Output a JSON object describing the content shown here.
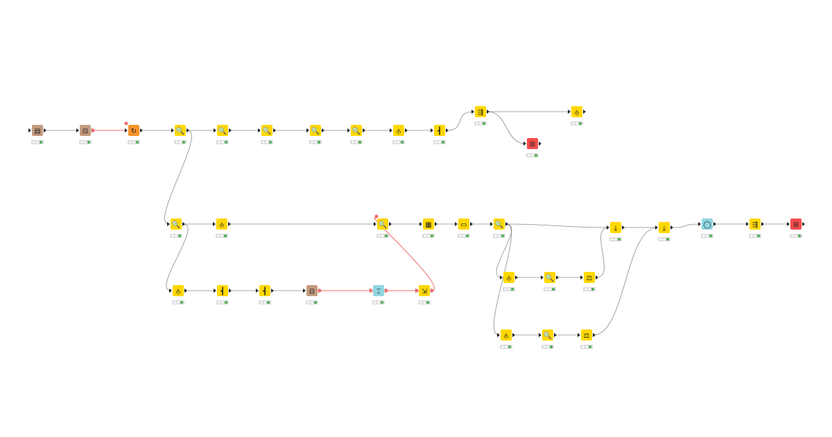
{
  "workflow": {
    "colors": {
      "manipulator": "#ffd800",
      "source": "#c49b7e",
      "loop": "#f7922a",
      "sink": "#f74c4c",
      "other": "#8fd6e0",
      "edge": "#8a8a8a",
      "variable_edge": "#f26b6b",
      "status_ok": "#4caf50",
      "status_empty": "#ffffff",
      "status_bg": "#dcdcdc"
    },
    "nodes": [
      {
        "id": "n1",
        "kind": "source",
        "icon": "file-reader-icon",
        "status": "executed"
      },
      {
        "id": "n2",
        "kind": "source",
        "icon": "table-creator-icon",
        "status": "executed"
      },
      {
        "id": "n3",
        "kind": "loop",
        "icon": "loop-start-icon",
        "status": "executed"
      },
      {
        "id": "n4",
        "kind": "manipulator",
        "icon": "filter-icon",
        "status": "executed"
      },
      {
        "id": "n5",
        "kind": "manipulator",
        "icon": "filter-icon",
        "status": "executed"
      },
      {
        "id": "n6",
        "kind": "manipulator",
        "icon": "filter-icon",
        "status": "executed"
      },
      {
        "id": "n7",
        "kind": "manipulator",
        "icon": "filter-icon",
        "status": "executed"
      },
      {
        "id": "n8",
        "kind": "manipulator",
        "icon": "filter-icon",
        "status": "executed"
      },
      {
        "id": "n9",
        "kind": "manipulator",
        "icon": "column-split-icon",
        "status": "executed"
      },
      {
        "id": "n10",
        "kind": "manipulator",
        "icon": "joiner-icon",
        "status": "executed"
      },
      {
        "id": "n11",
        "kind": "manipulator",
        "icon": "sorter-icon",
        "status": "executed"
      },
      {
        "id": "n12",
        "kind": "manipulator",
        "icon": "column-split-icon",
        "status": "executed"
      },
      {
        "id": "n13",
        "kind": "sink",
        "icon": "table-writer-icon",
        "status": "executed"
      },
      {
        "id": "n14",
        "kind": "manipulator",
        "icon": "filter-icon",
        "status": "executed"
      },
      {
        "id": "n15",
        "kind": "manipulator",
        "icon": "column-split-icon",
        "status": "executed"
      },
      {
        "id": "n16",
        "kind": "manipulator",
        "icon": "filter-icon",
        "status": "executed"
      },
      {
        "id": "n17",
        "kind": "manipulator",
        "icon": "table-icon",
        "status": "executed"
      },
      {
        "id": "n18",
        "kind": "manipulator",
        "icon": "message-icon",
        "status": "executed"
      },
      {
        "id": "n19",
        "kind": "manipulator",
        "icon": "filter-icon",
        "status": "executed"
      },
      {
        "id": "n20",
        "kind": "manipulator",
        "icon": "merge-icon",
        "status": "executed"
      },
      {
        "id": "n21",
        "kind": "manipulator",
        "icon": "merge-icon",
        "status": "executed"
      },
      {
        "id": "n22",
        "kind": "other",
        "icon": "loop-end-icon",
        "status": "executed"
      },
      {
        "id": "n23",
        "kind": "manipulator",
        "icon": "sorter-icon",
        "status": "executed"
      },
      {
        "id": "n24",
        "kind": "sink",
        "icon": "table-writer-icon",
        "status": "executed"
      },
      {
        "id": "n25",
        "kind": "manipulator",
        "icon": "column-split-icon",
        "status": "executed"
      },
      {
        "id": "n26",
        "kind": "manipulator",
        "icon": "joiner-icon",
        "status": "executed"
      },
      {
        "id": "n27",
        "kind": "manipulator",
        "icon": "joiner-icon",
        "status": "executed"
      },
      {
        "id": "n28",
        "kind": "source",
        "icon": "table-creator-icon",
        "status": "executed"
      },
      {
        "id": "n29",
        "kind": "other",
        "icon": "variable-icon",
        "status": "executed"
      },
      {
        "id": "n30",
        "kind": "manipulator",
        "icon": "variable-to-table-icon",
        "status": "executed"
      },
      {
        "id": "n31",
        "kind": "manipulator",
        "icon": "column-split-icon",
        "status": "executed"
      },
      {
        "id": "n32",
        "kind": "manipulator",
        "icon": "filter-icon",
        "status": "executed"
      },
      {
        "id": "n33",
        "kind": "manipulator",
        "icon": "balance-icon",
        "status": "executed"
      },
      {
        "id": "n34",
        "kind": "manipulator",
        "icon": "column-split-icon",
        "status": "executed"
      },
      {
        "id": "n35",
        "kind": "manipulator",
        "icon": "filter-icon",
        "status": "executed"
      },
      {
        "id": "n36",
        "kind": "manipulator",
        "icon": "balance-icon",
        "status": "executed"
      }
    ],
    "edges": [
      [
        "n1",
        "n2",
        "data"
      ],
      [
        "n2",
        "n3",
        "variable"
      ],
      [
        "n3",
        "n4",
        "data"
      ],
      [
        "n4",
        "n5",
        "data"
      ],
      [
        "n5",
        "n6",
        "data"
      ],
      [
        "n6",
        "n7",
        "data"
      ],
      [
        "n7",
        "n8",
        "data"
      ],
      [
        "n8",
        "n9",
        "data"
      ],
      [
        "n9",
        "n10",
        "data"
      ],
      [
        "n10",
        "n11",
        "data"
      ],
      [
        "n11",
        "n12",
        "data"
      ],
      [
        "n11",
        "n13",
        "data"
      ],
      [
        "n4",
        "n14",
        "data"
      ],
      [
        "n14",
        "n15",
        "data"
      ],
      [
        "n15",
        "n16",
        "data"
      ],
      [
        "n16",
        "n17",
        "data"
      ],
      [
        "n17",
        "n18",
        "data"
      ],
      [
        "n18",
        "n19",
        "data"
      ],
      [
        "n19",
        "n20",
        "data"
      ],
      [
        "n20",
        "n21",
        "data"
      ],
      [
        "n21",
        "n22",
        "data"
      ],
      [
        "n22",
        "n23",
        "data"
      ],
      [
        "n23",
        "n24",
        "data"
      ],
      [
        "n14",
        "n25",
        "data"
      ],
      [
        "n25",
        "n26",
        "data"
      ],
      [
        "n26",
        "n27",
        "data"
      ],
      [
        "n27",
        "n28",
        "data"
      ],
      [
        "n28",
        "n29",
        "variable"
      ],
      [
        "n29",
        "n30",
        "variable"
      ],
      [
        "n30",
        "n16",
        "variable"
      ],
      [
        "n19",
        "n31",
        "data"
      ],
      [
        "n31",
        "n32",
        "data"
      ],
      [
        "n32",
        "n33",
        "data"
      ],
      [
        "n33",
        "n20",
        "data"
      ],
      [
        "n19",
        "n34",
        "data"
      ],
      [
        "n34",
        "n35",
        "data"
      ],
      [
        "n35",
        "n36",
        "data"
      ],
      [
        "n36",
        "n21",
        "data"
      ]
    ]
  }
}
